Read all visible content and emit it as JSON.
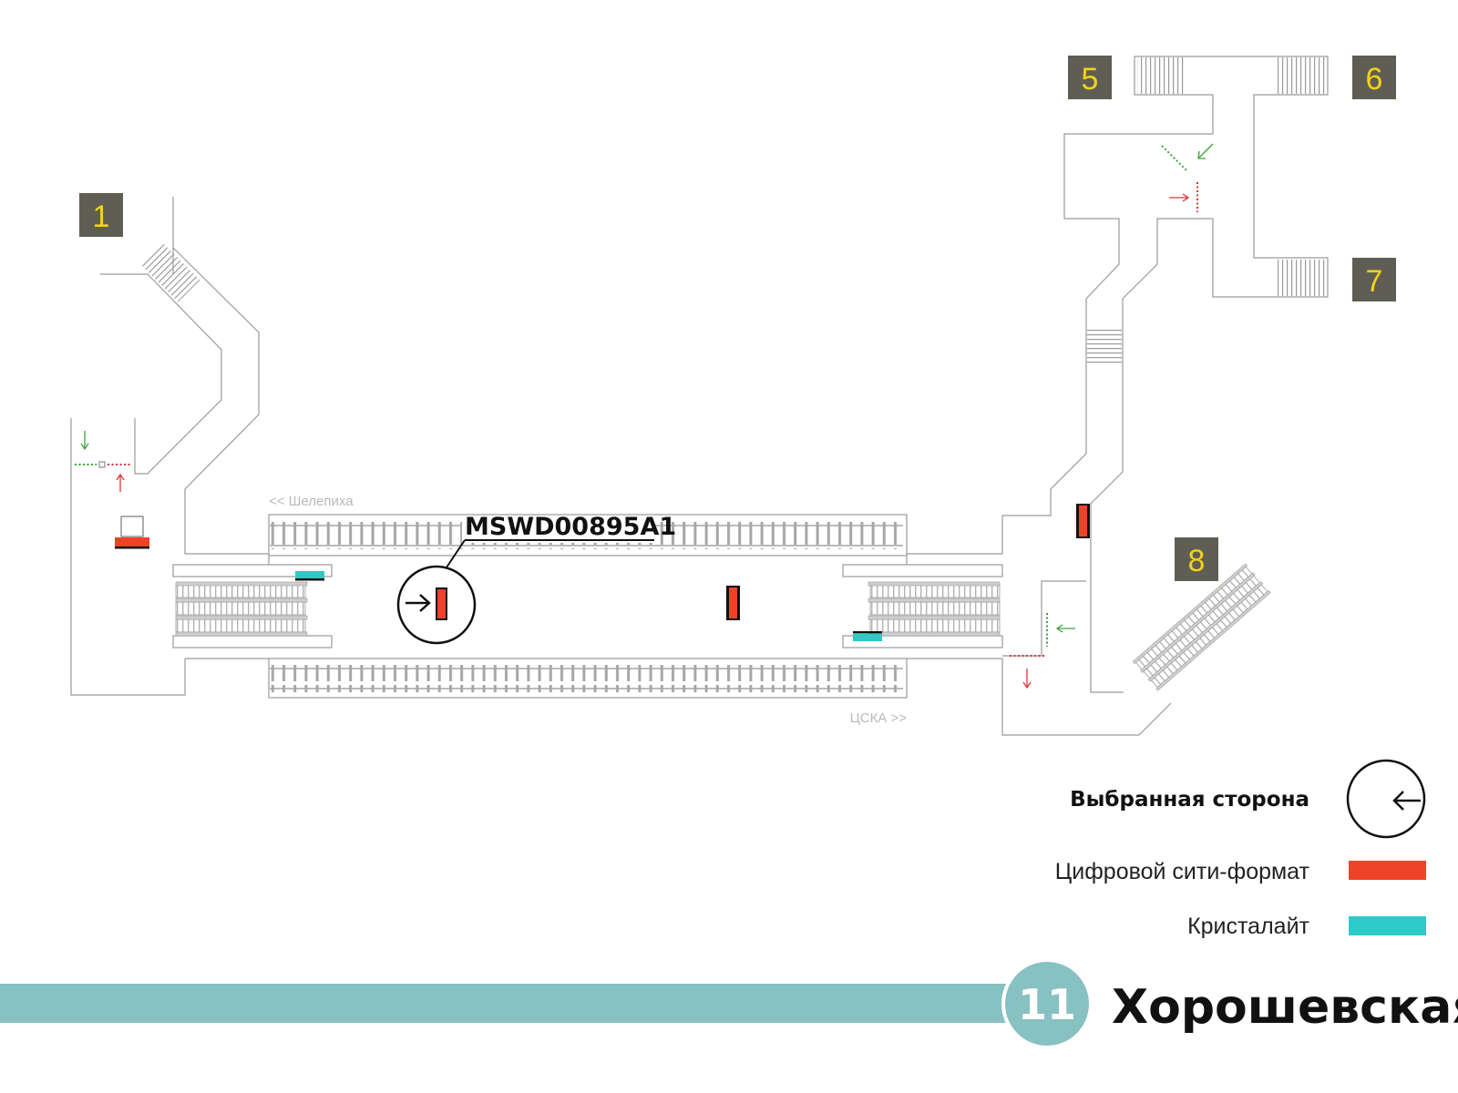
{
  "directions": {
    "west": "<< Шелепиха",
    "east": "ЦСКА >>"
  },
  "exits": [
    "1",
    "5",
    "6",
    "7",
    "8"
  ],
  "selected_panel": {
    "code": "MSWD00895A1"
  },
  "legend": {
    "selected_side": "Выбранная сторона",
    "digital_city_format": "Цифровой сити-формат",
    "crystalight": "Кристалайт"
  },
  "station": {
    "line_number": "11",
    "name": "Хорошевская"
  },
  "colors": {
    "digital_city_format": "#ee4229",
    "crystalight": "#2ec9c9",
    "line": "#87c1c1",
    "exit_box": "#5f5e54",
    "exit_number": "#f2d21b",
    "entry_arrow": "#3aa535",
    "exit_arrow": "#e0323a"
  },
  "icons": {
    "selected_side": "arrow-left-circle-icon",
    "panel_marker": "arrow-right-circle-icon"
  }
}
